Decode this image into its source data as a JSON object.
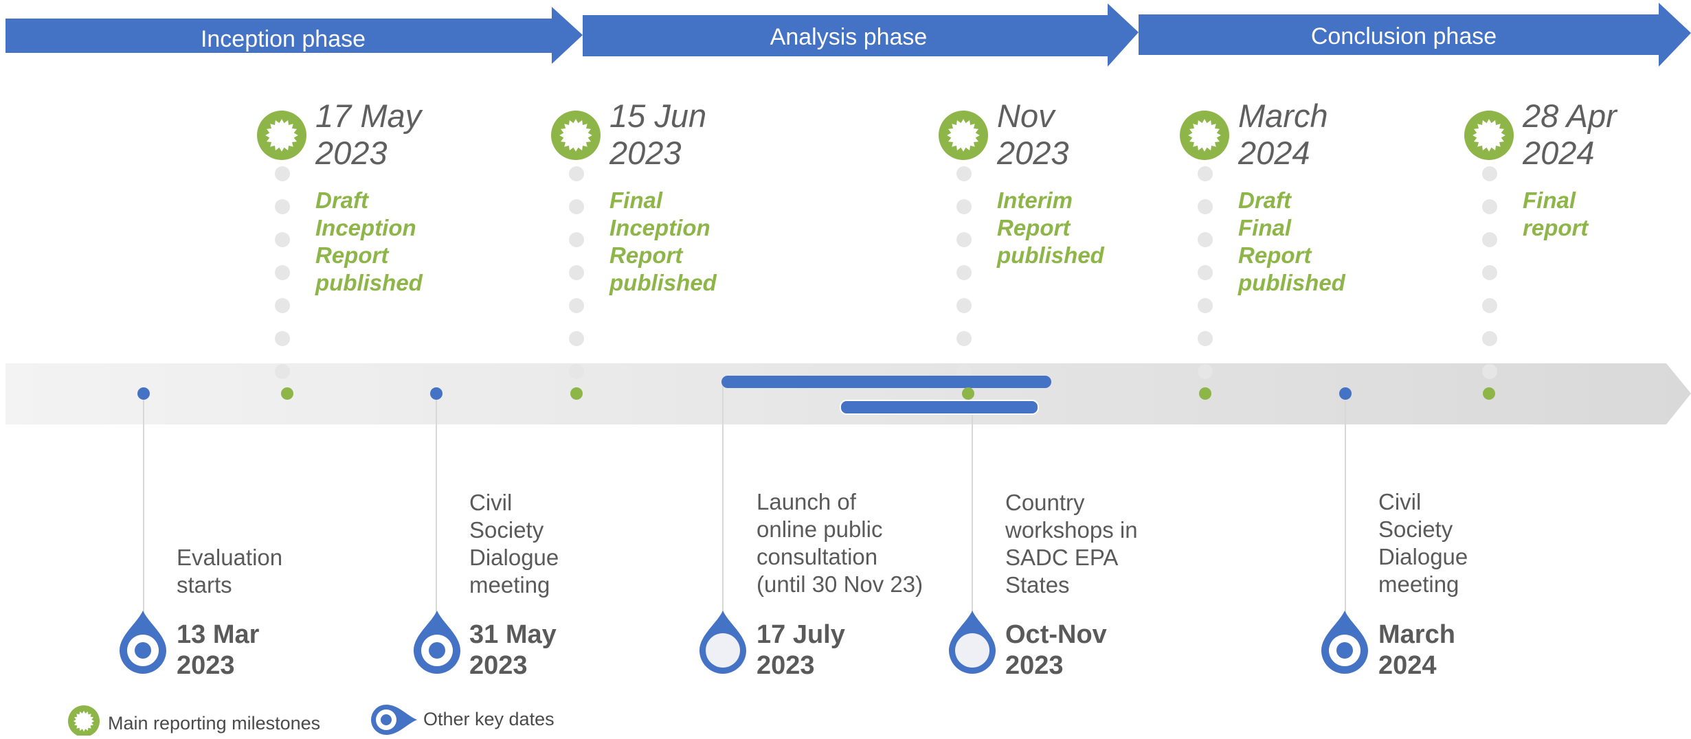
{
  "colors": {
    "phase_blue": "#4472c4",
    "milestone_green": "#8db548",
    "dot_grey": "#e6e6e6",
    "band_grey": "#e3e3e3",
    "text_grey": "#5a5a5a"
  },
  "phases": [
    {
      "label": "Inception phase"
    },
    {
      "label": "Analysis phase"
    },
    {
      "label": "Conclusion phase"
    }
  ],
  "milestones": [
    {
      "date": "17 May\n2023",
      "desc": "Draft\nInception\nReport\npublished",
      "icon": "green-gear-icon"
    },
    {
      "date": "15 Jun\n2023",
      "desc": "Final\nInception\nReport\npublished",
      "icon": "green-gear-icon"
    },
    {
      "date": "Nov\n2023",
      "desc": "Interim\nReport\npublished",
      "icon": "green-gear-icon"
    },
    {
      "date": "March\n2024",
      "desc": "Draft\nFinal\nReport\npublished",
      "icon": "green-gear-icon"
    },
    {
      "date": "28 Apr\n2024",
      "desc": "Final\nreport",
      "icon": "green-gear-icon"
    }
  ],
  "events": [
    {
      "desc": "Evaluation\nstarts",
      "date": "13 Mar\n2023",
      "icon": "blue-pin-icon"
    },
    {
      "desc": "Civil\nSociety\nDialogue\nmeeting",
      "date": "31 May\n2023",
      "icon": "blue-pin-icon"
    },
    {
      "desc": "Launch of\nonline public\nconsultation\n(until 30 Nov 23)",
      "date": "17 July\n2023",
      "icon": "blue-hollow-pin-icon"
    },
    {
      "desc": "Country\nworkshops in\nSADC EPA\nStates",
      "date": "Oct-Nov\n2023",
      "icon": "blue-hollow-pin-icon"
    },
    {
      "desc": "Civil\nSociety\nDialogue\nmeeting",
      "date": "March\n2024",
      "icon": "blue-pin-icon"
    }
  ],
  "legend": {
    "main": "Main reporting milestones",
    "other": "Other key dates"
  }
}
